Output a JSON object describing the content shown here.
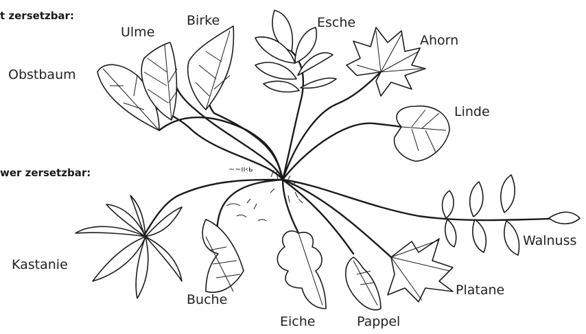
{
  "headers": {
    "easy": "t zersetzbar:",
    "hard": "wer zersetzbar:"
  },
  "leaves": {
    "ulme": "Ulme",
    "birke": "Birke",
    "esche": "Esche",
    "ahorn": "Ahorn",
    "obstbaum": "Obstbaum",
    "linde": "Linde",
    "kastanie": "Kastanie",
    "buche": "Buche",
    "eiche": "Eiche",
    "pappel": "Pappel",
    "platane": "Platane",
    "walnuss": "Walnuss"
  }
}
